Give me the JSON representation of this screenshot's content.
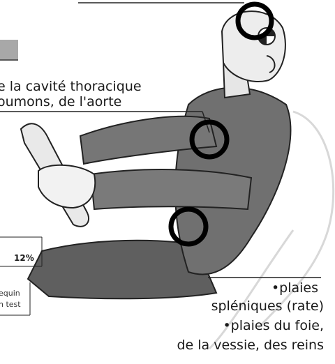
{
  "colors": {
    "ink": "#1a1a1a",
    "ring": "#000000",
    "swatch": "#a8a8a8",
    "suit": "#6e6e6e",
    "seat": "#e4e4e4"
  },
  "labels": {
    "thorax": {
      "line1": "e la cavité thoracique",
      "line2": "oumons, de l'aorte"
    },
    "abdomen": {
      "line1": "•plaies",
      "line2": "spléniques (rate)",
      "line3": "•plaies du foie,",
      "line4": "de la vessie, des reins"
    },
    "percent": "12%",
    "legend": {
      "line1": "equin",
      "line2": "n test"
    }
  },
  "markers": [
    {
      "name": "head-impact-ring"
    },
    {
      "name": "chest-impact-ring"
    },
    {
      "name": "abdomen-impact-ring"
    }
  ]
}
